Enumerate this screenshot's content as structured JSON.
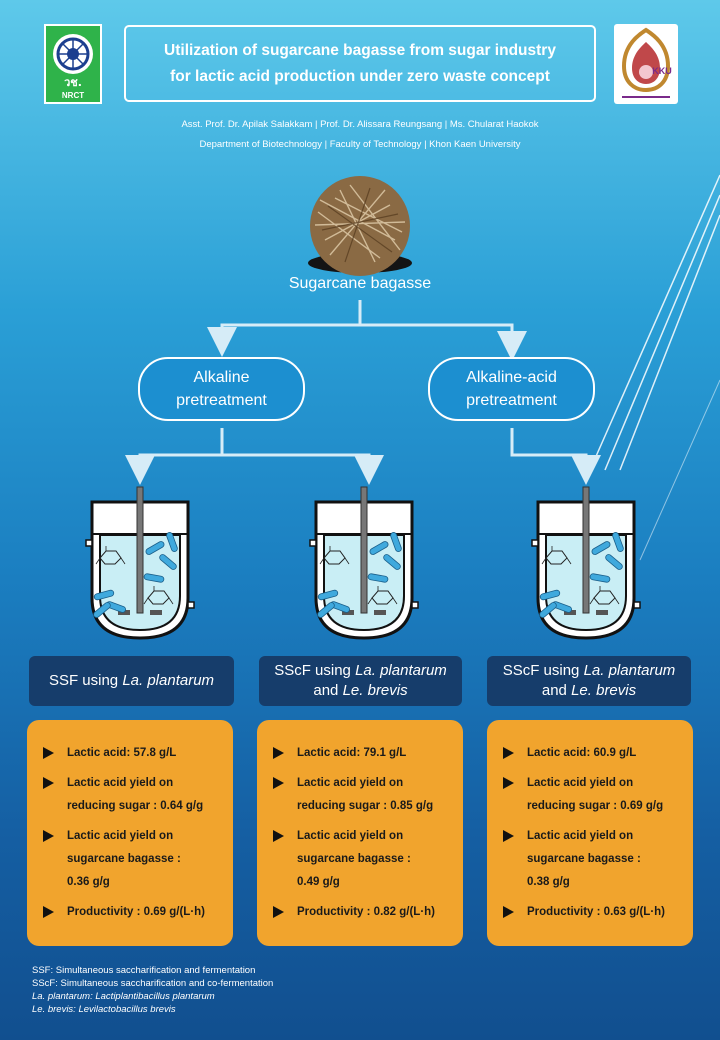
{
  "header": {
    "title_line1": "Utilization of sugarcane bagasse from sugar industry",
    "title_line2": "for lactic acid production under zero waste concept",
    "nrct_logo_text": "วช. NRCT",
    "kku_logo_text": "KKU",
    "authors": "Asst. Prof. Dr. Apilak Salakkam | Prof. Dr. Alissara Reungsang | Ms. Chularat Haokok",
    "affiliation": "Department of Biotechnology | Faculty of Technology | Khon Kaen University"
  },
  "diagram": {
    "feedstock_label": "Sugarcane bagasse",
    "pretreatments": [
      {
        "line1": "Alkaline",
        "line2": "pretreatment"
      },
      {
        "line1": "Alkaline-acid",
        "line2": "pretreatment"
      }
    ],
    "methods": [
      {
        "prefix": "SSF using ",
        "organism1": "La. plantarum",
        "joiner": "",
        "organism2": ""
      },
      {
        "prefix": "SScF using ",
        "organism1": "La. plantarum",
        "joiner": " and ",
        "organism2": "Le. brevis"
      },
      {
        "prefix": "SScF using ",
        "organism1": "La. plantarum",
        "joiner": " and ",
        "organism2": "Le. brevis"
      }
    ],
    "results": [
      {
        "lactic_acid": "Lactic acid: 57.8 g/L",
        "yield_rs_l1": "Lactic acid yield on",
        "yield_rs_l2": "reducing sugar : 0.64 g/g",
        "yield_sb_l1": "Lactic acid yield on",
        "yield_sb_l2": "sugarcane bagasse :",
        "yield_sb_l3": "0.36 g/g",
        "productivity": "Productivity : 0.69 g/(L·h)"
      },
      {
        "lactic_acid": "Lactic acid: 79.1 g/L",
        "yield_rs_l1": "Lactic acid yield on",
        "yield_rs_l2": "reducing sugar : 0.85 g/g",
        "yield_sb_l1": "Lactic acid yield on",
        "yield_sb_l2": "sugarcane bagasse :",
        "yield_sb_l3": "0.49 g/g",
        "productivity": "Productivity : 0.82 g/(L·h)"
      },
      {
        "lactic_acid": "Lactic acid: 60.9 g/L",
        "yield_rs_l1": "Lactic acid yield on",
        "yield_rs_l2": "reducing sugar : 0.69 g/g",
        "yield_sb_l1": "Lactic acid yield on",
        "yield_sb_l2": "sugarcane bagasse :",
        "yield_sb_l3": "0.38 g/g",
        "productivity": "Productivity : 0.63 g/(L·h)"
      }
    ]
  },
  "footnotes": {
    "ssf": "SSF: Simultaneous saccharification and fermentation",
    "sscf": "SScF: Simultaneous saccharification and co-fermentation",
    "la": "La. plantarum: Lactiplantibacillus plantarum",
    "le": "Le. brevis: Levilactobacillus brevis"
  },
  "colors": {
    "result_box": "#f1a42d",
    "method_box": "#163d6b",
    "connector": "#d6ecf7"
  },
  "icons": [
    "nrct-logo",
    "kku-logo",
    "bagasse-image",
    "bioreactor-icon",
    "glucose-molecule-icon",
    "bacteria-icon",
    "triangle-bullet-icon"
  ]
}
